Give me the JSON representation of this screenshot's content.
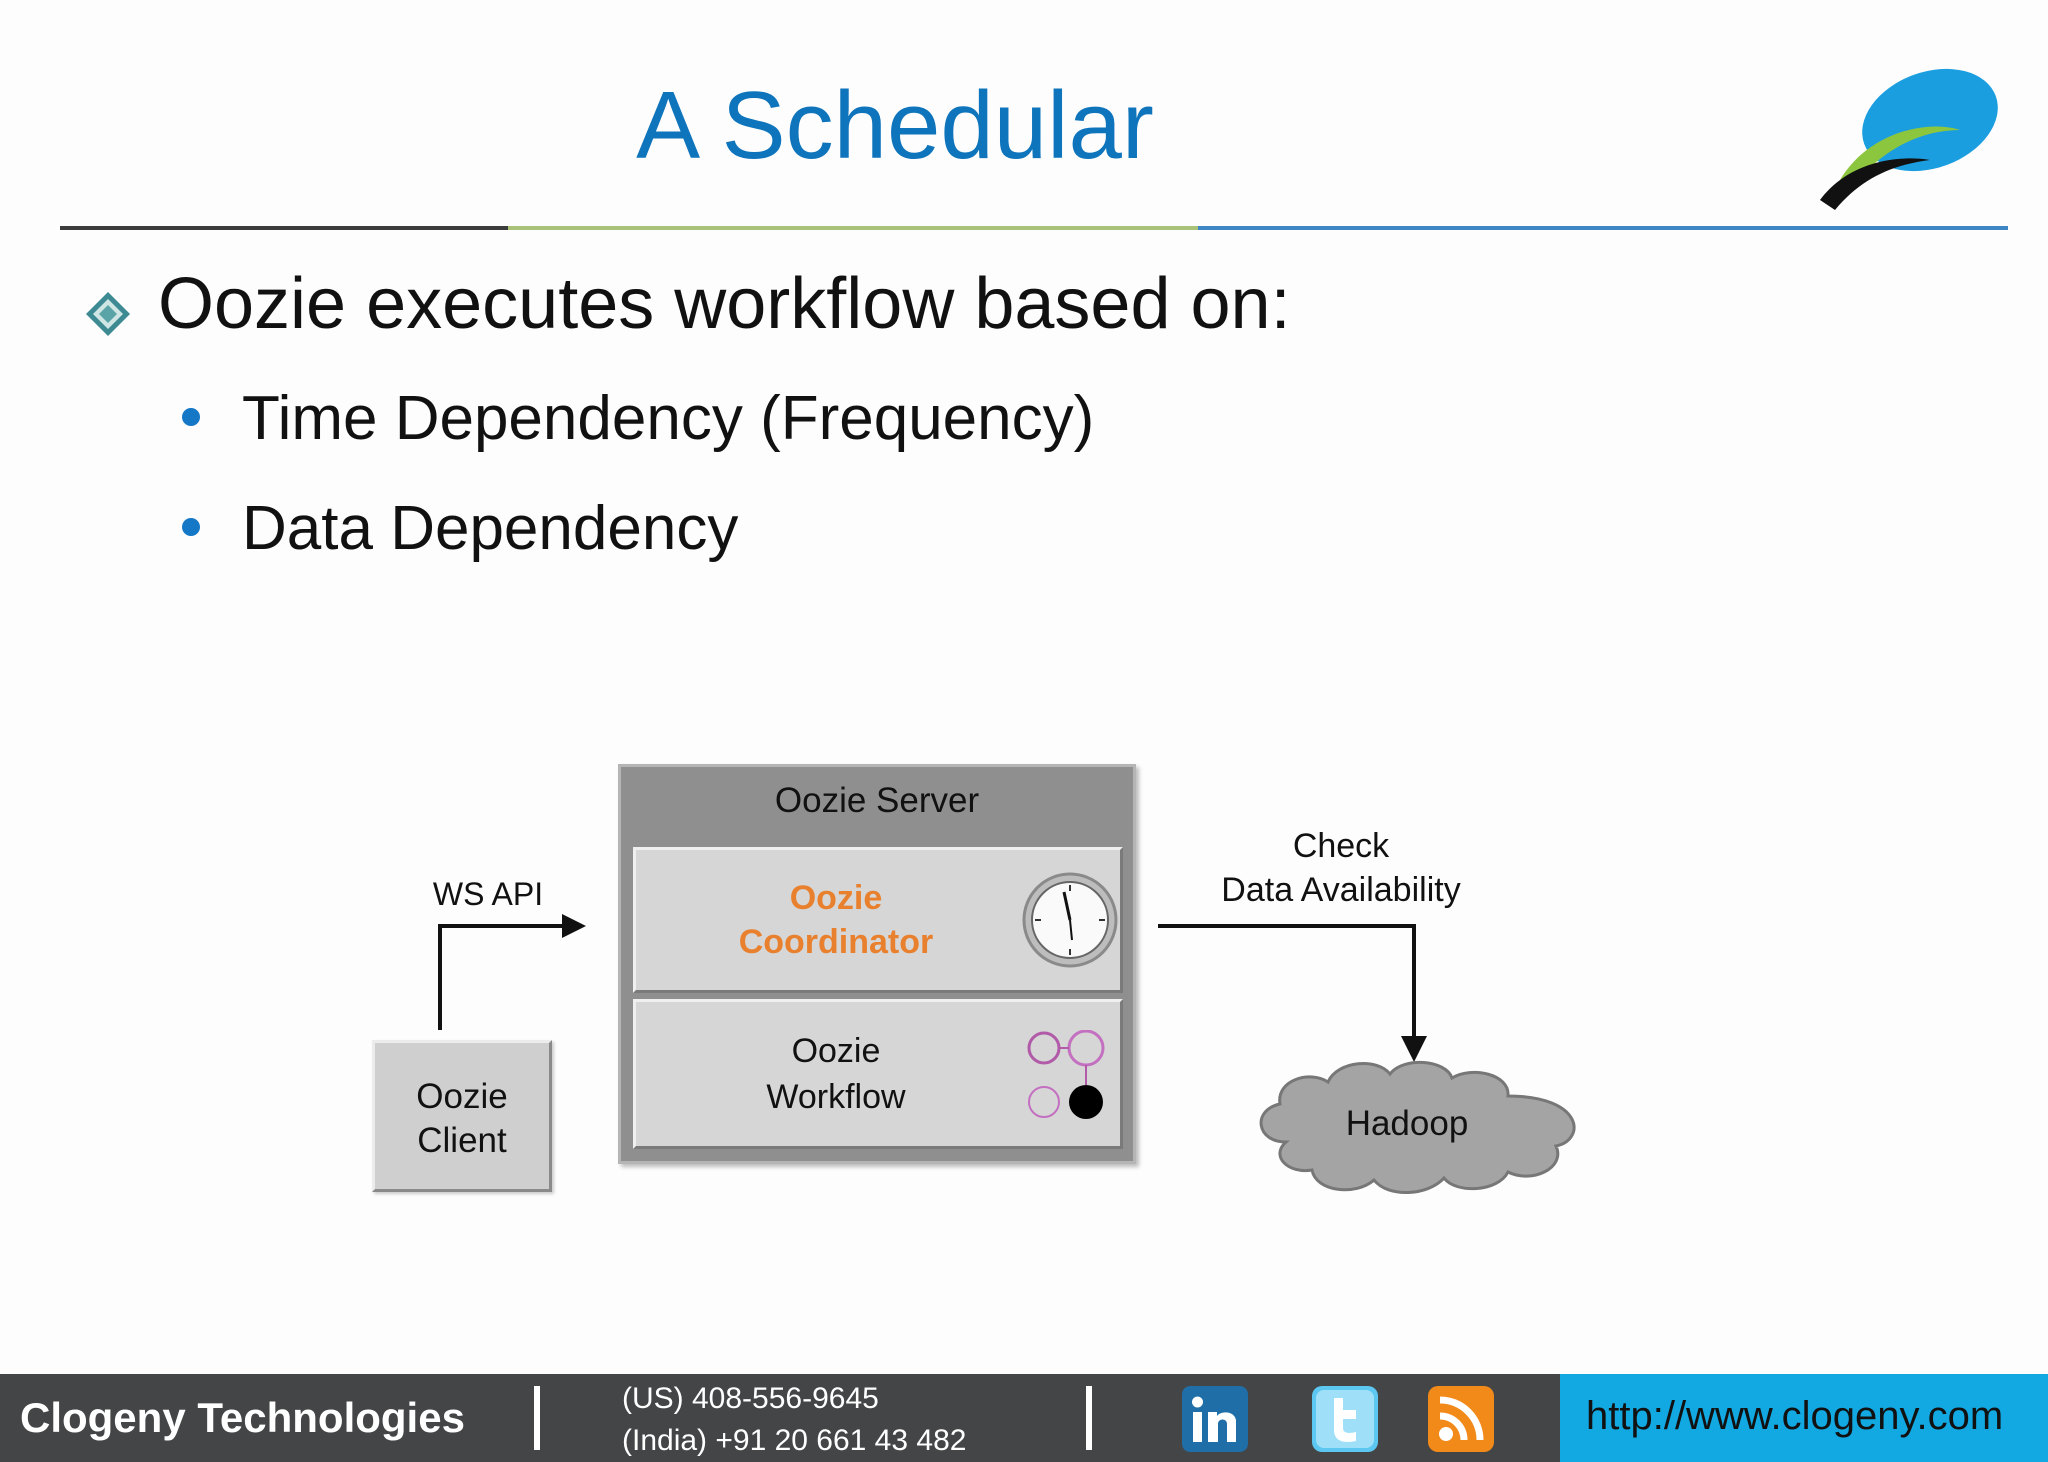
{
  "slide": {
    "title": "A Schedular",
    "bullet": "Oozie executes workflow based on:",
    "sub_bullets": [
      "Time Dependency (Frequency)",
      "Data Dependency"
    ]
  },
  "diagram": {
    "server_label": "Oozie Server",
    "coordinator_lines": [
      "Oozie",
      "Coordinator"
    ],
    "workflow_lines": [
      "Oozie",
      "Workflow"
    ],
    "client_lines": [
      "Oozie",
      "Client"
    ],
    "ws_api": "WS API",
    "check_lines": [
      "Check",
      "Data Availability"
    ],
    "hadoop": "Hadoop",
    "icons": [
      "clock-icon",
      "workflow-nodes-icon",
      "cloud-icon"
    ]
  },
  "footer": {
    "company": "Clogeny Technologies",
    "phone_us": "(US) 408-556-9645",
    "phone_india": "(India) +91 20 661 43 482",
    "social": [
      "linkedin-icon",
      "twitter-icon",
      "rss-icon"
    ],
    "url": "http://www.clogeny.com"
  },
  "colors": {
    "title": "#0e74bc",
    "accent_orange": "#e8802e",
    "footer_bg": "#444546",
    "url_bg": "#12a9e2"
  }
}
